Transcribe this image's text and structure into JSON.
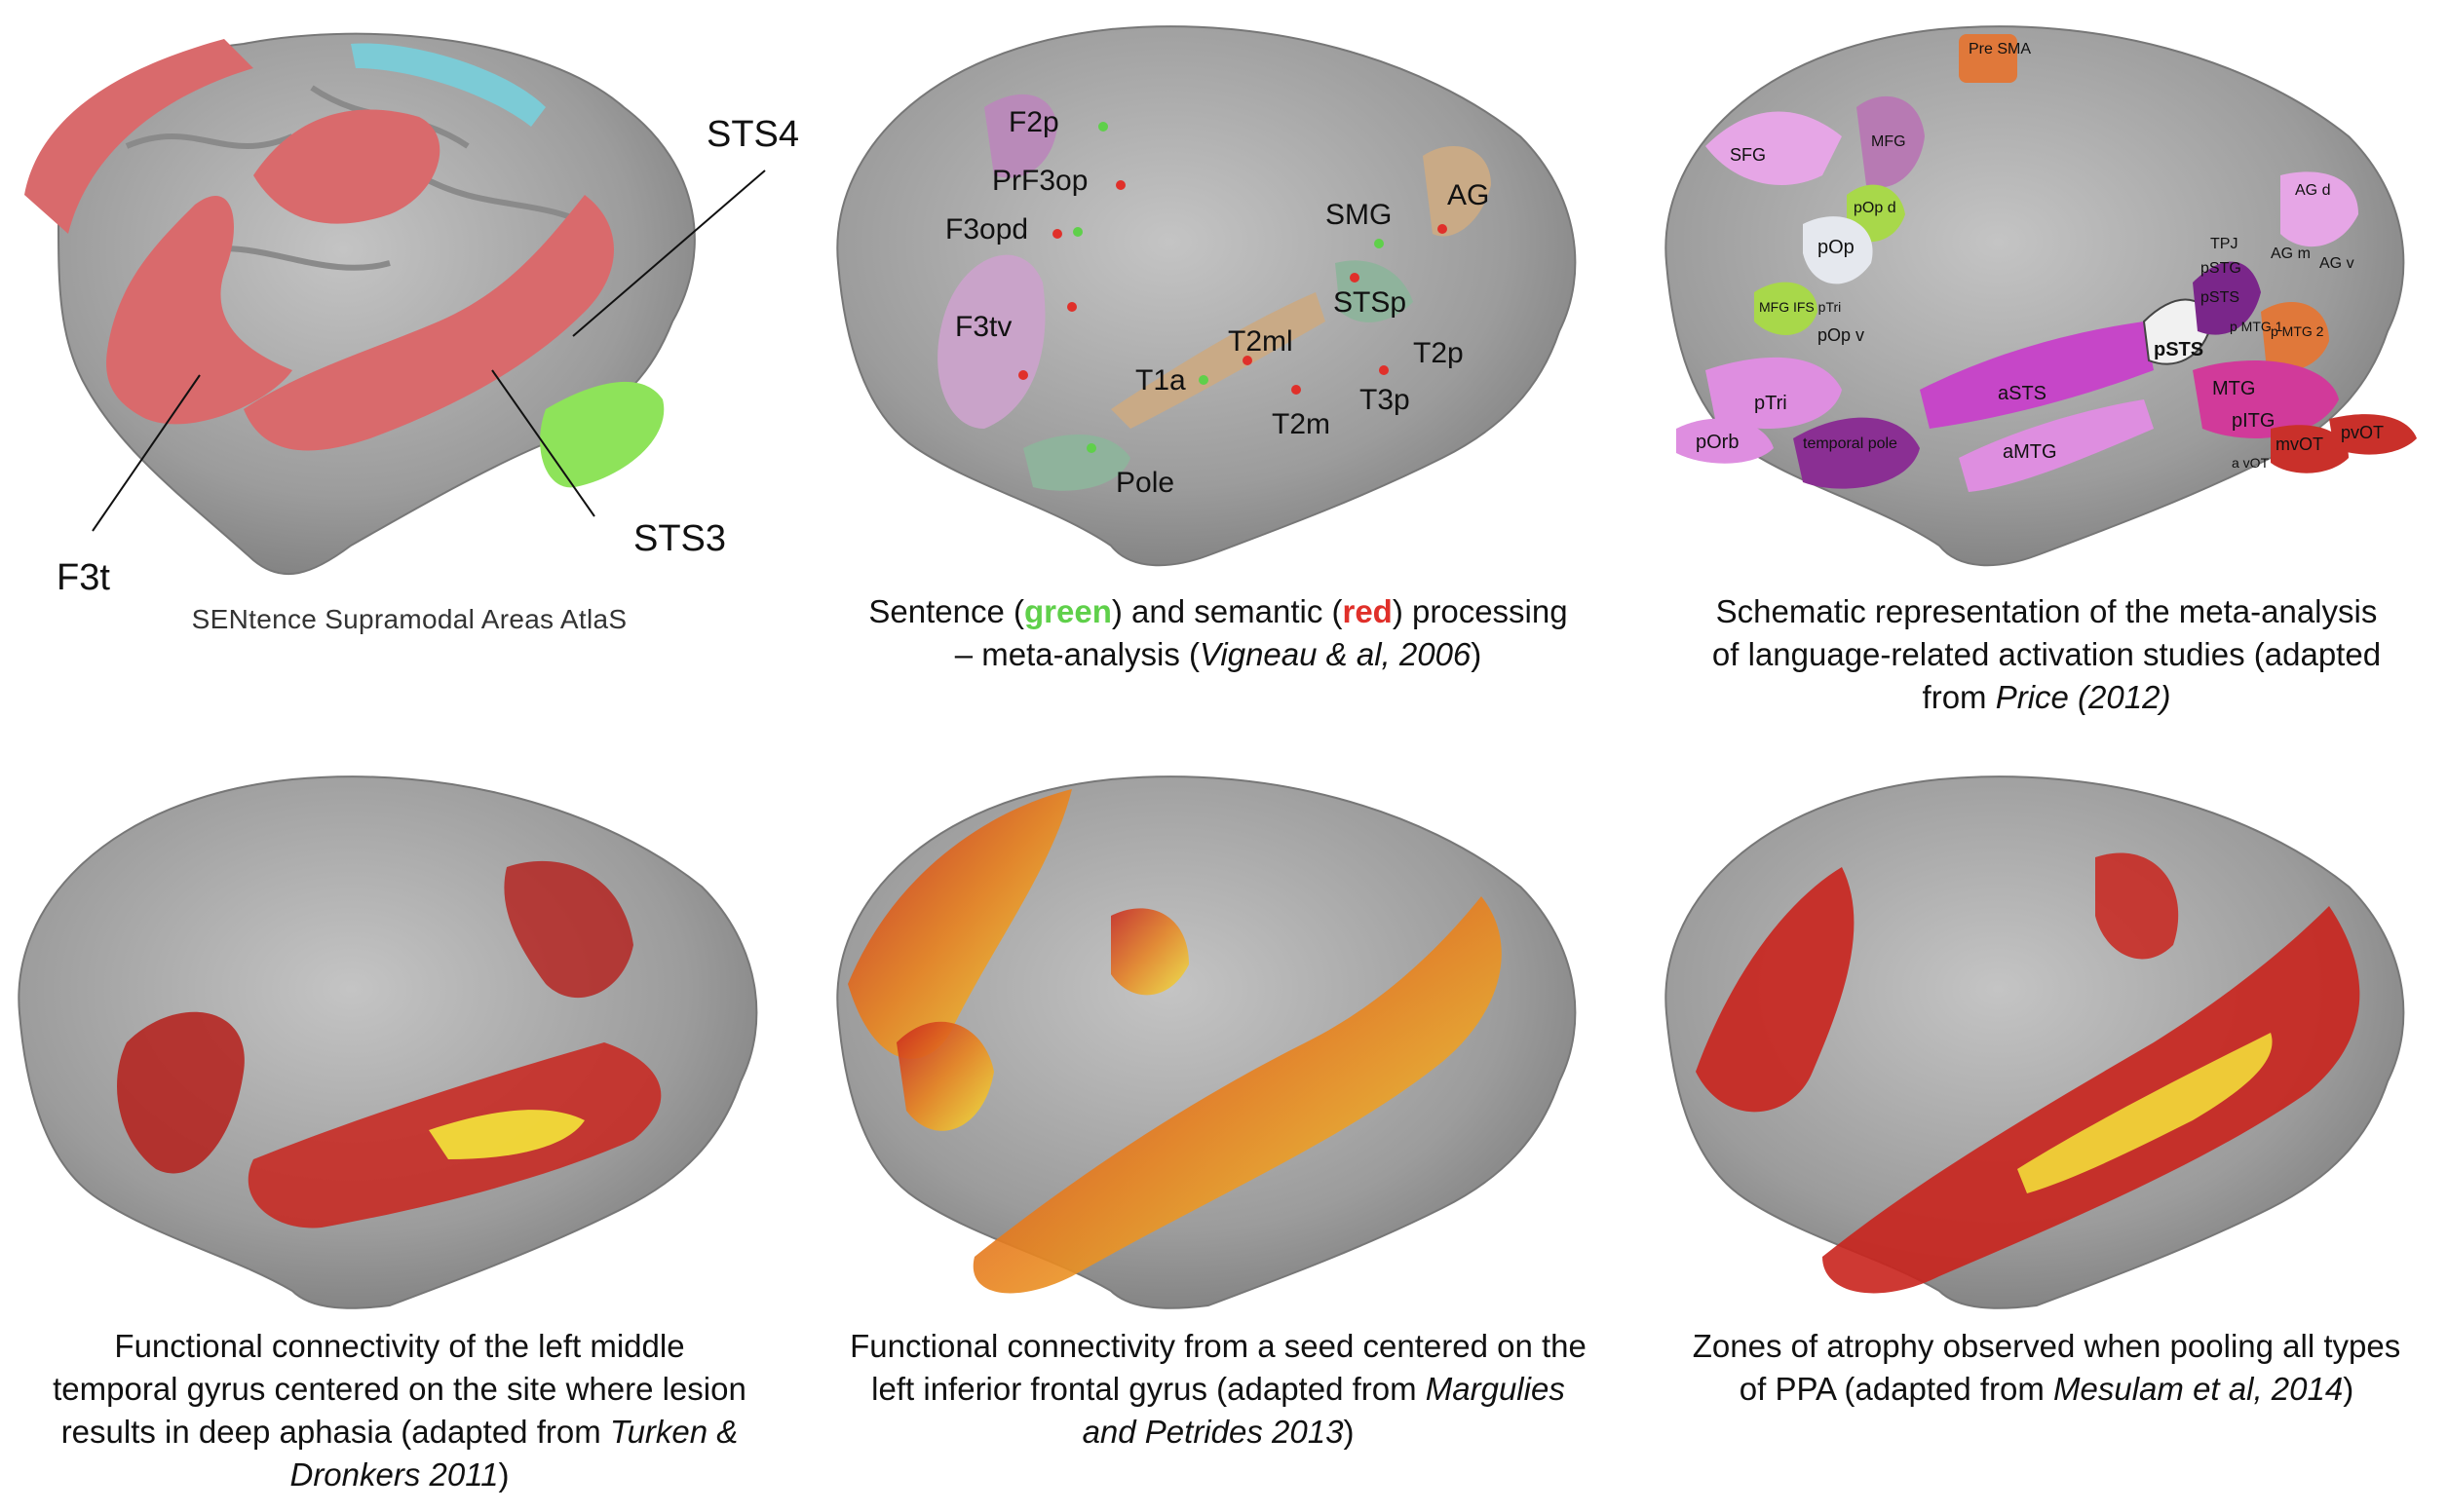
{
  "panels": [
    {
      "id": "atlas",
      "labels": [
        "STS4",
        "STS3",
        "F3t"
      ],
      "caption": "SENtence Supramodal Areas AtlaS"
    },
    {
      "id": "vigneau",
      "labels": [
        "F2p",
        "PrF3op",
        "F3opd",
        "F3tv",
        "SMG",
        "AG",
        "STSp",
        "T2ml",
        "T1a",
        "T2p",
        "T3p",
        "T2m",
        "Pole"
      ],
      "caption_parts": {
        "a": "Sentence (",
        "green": "green",
        "b": ") and semantic (",
        "red": "red",
        "c": ") processing",
        "d": "– meta-analysis (",
        "cite": "Vigneau & al, 2006",
        "e": ")"
      }
    },
    {
      "id": "price",
      "labels": [
        "Pre SMA",
        "SFG",
        "MFG",
        "pOp d",
        "pOp",
        "MFG IFS pTri",
        "pOp v",
        "pTri",
        "pOrb",
        "temporal pole",
        "aMTG",
        "aSTS",
        "pSTS",
        "TPJ",
        "pSTG",
        "pSTS",
        "p MTG 1",
        "AG d",
        "AG m",
        "AG v",
        "p MTG 2",
        "MTG",
        "pITG",
        "mvOT",
        "pvOT",
        "a vOT"
      ],
      "caption_parts": {
        "a": "Schematic representation of the meta-analysis",
        "b": "of language-related activation studies (adapted",
        "c": "from ",
        "cite": "Price (2012)"
      }
    },
    {
      "id": "turken",
      "caption_parts": {
        "a": "Functional connectivity of the left middle",
        "b": "temporal gyrus centered on the site where lesion",
        "c": "results in deep aphasia (adapted from ",
        "cite": "Turken &",
        "cite2": "Dronkers 2011",
        "d": ")"
      }
    },
    {
      "id": "margulies",
      "caption_parts": {
        "a": "Functional connectivity from a seed centered on the",
        "b": "left inferior frontal gyrus (adapted from ",
        "cite": "Margulies",
        "cite2": "and Petrides 2013",
        "c": ")"
      }
    },
    {
      "id": "mesulam",
      "caption_parts": {
        "a": "Zones of atrophy observed when pooling all types",
        "b": "of PPA (adapted from ",
        "cite": "Mesulam et al, 2014",
        "c": ")"
      }
    }
  ],
  "colors": {
    "brain": "#a9a9a9",
    "atlas_red": "#d96a6c",
    "atlas_green": "#8ee35a",
    "atlas_cyan": "#7ccbd6",
    "heat_red": "#c9241d",
    "heat_yellow": "#f4e53a"
  }
}
